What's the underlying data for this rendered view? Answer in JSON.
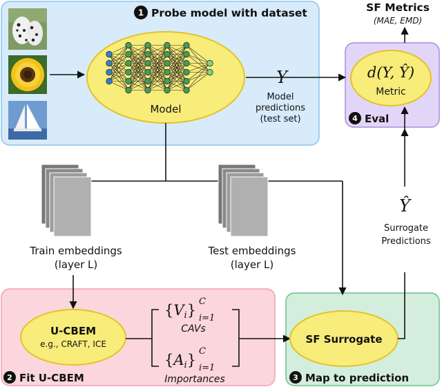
{
  "panels": {
    "probe": {
      "num": "1",
      "title": "Probe model with dataset",
      "color": "#d7ebfa",
      "border": "#8cc4ee"
    },
    "fit": {
      "num": "2",
      "title": "Fit U-CBEM",
      "color": "#fbd6dc",
      "border": "#f0a0ae"
    },
    "map": {
      "num": "3",
      "title": "Map to prediction",
      "color": "#d3eedd",
      "border": "#6fbf8c"
    },
    "eval": {
      "num": "4",
      "title": "Eval",
      "color": "#e2d6f8",
      "border": "#a98be0"
    }
  },
  "sf_metrics": {
    "title": "SF Metrics",
    "subtitle": "(MAE, EMD)"
  },
  "model": {
    "label": "Model"
  },
  "images": [
    {
      "name": "dalmatian-image"
    },
    {
      "name": "sunflower-image"
    },
    {
      "name": "sailboat-image"
    }
  ],
  "predictions": {
    "symbol": "Y",
    "line1": "Model",
    "line2": "predictions",
    "line3": "(test set)"
  },
  "metric": {
    "formula": "d(Y, Ŷ)",
    "label": "Metric"
  },
  "surrogate_predictions": {
    "symbol": "Ŷ",
    "line1": "Surrogate",
    "line2": "Predictions"
  },
  "train_embeddings": {
    "line1": "Train embeddings",
    "line2": "(layer L)"
  },
  "test_embeddings": {
    "line1": "Test embeddings",
    "line2": "(layer L)"
  },
  "ucbem": {
    "title": "U-CBEM",
    "subtitle": "e.g., CRAFT, ICE"
  },
  "cavs": {
    "set_letter": "V",
    "index": "i",
    "sup": "C",
    "sub": "i=1",
    "label": "CAVs"
  },
  "importances": {
    "set_letter": "A",
    "index": "i",
    "sup": "C",
    "sub": "i=1",
    "label": "Importances"
  },
  "sf_surrogate": {
    "label": "SF Surrogate"
  },
  "colors": {
    "ellipse_fill": "#f8ec7a",
    "ellipse_stroke": "#e3c228",
    "node": "#4a9a5a",
    "node_alt": "#3a7bd0"
  }
}
